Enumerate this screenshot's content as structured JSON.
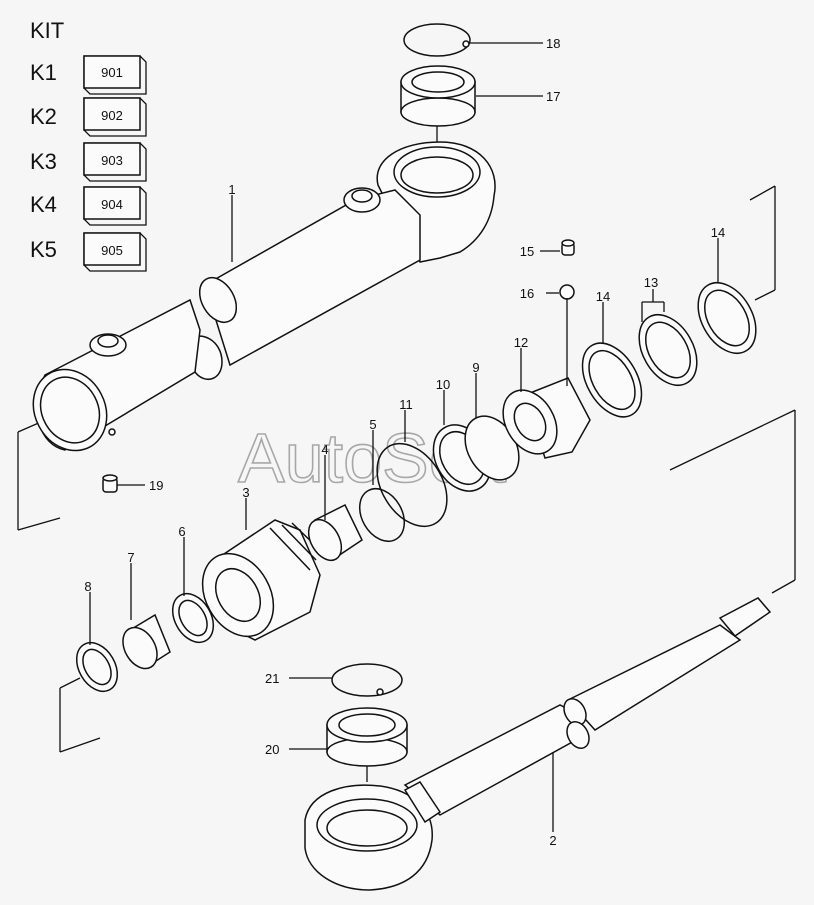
{
  "kit": {
    "heading": "KIT",
    "rows": [
      {
        "label": "K1",
        "code": "901"
      },
      {
        "label": "K2",
        "code": "902"
      },
      {
        "label": "K3",
        "code": "903"
      },
      {
        "label": "K4",
        "code": "904"
      },
      {
        "label": "K5",
        "code": "905"
      }
    ]
  },
  "callouts": {
    "n1": "1",
    "n2": "2",
    "n3": "3",
    "n4": "4",
    "n5": "5",
    "n6": "6",
    "n7": "7",
    "n8": "8",
    "n9": "9",
    "n10": "10",
    "n11": "11",
    "n12": "12",
    "n13": "13",
    "n14a": "14",
    "n14b": "14",
    "n15": "15",
    "n16": "16",
    "n17": "17",
    "n18": "18",
    "n19": "19",
    "n20": "20",
    "n21": "21"
  },
  "watermark": "AutoSoft"
}
